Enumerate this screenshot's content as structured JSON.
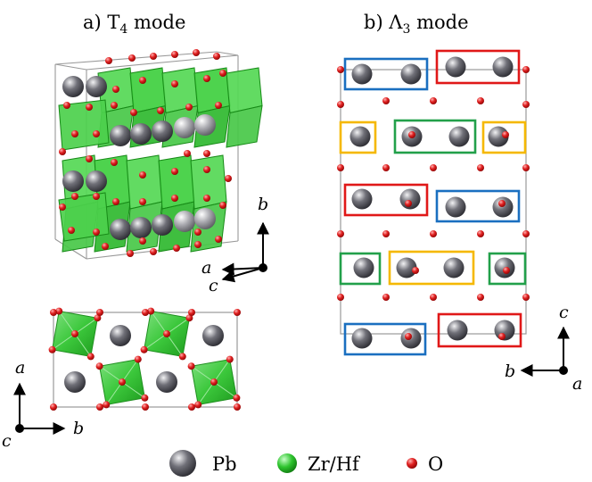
{
  "panels": {
    "a": {
      "prefix": "a) T",
      "sub": "4",
      "suffix": " mode"
    },
    "b": {
      "prefix": "b) Λ",
      "sub": "3",
      "suffix": " mode"
    }
  },
  "axes": {
    "a_side": {
      "up": "b",
      "left1": "a",
      "left2": "c"
    },
    "a_top": {
      "up": "a",
      "right": "b",
      "origin": "c"
    },
    "b": {
      "up": "c",
      "left": "b",
      "origin": "a"
    }
  },
  "legend": [
    {
      "label": "Pb",
      "kind": "pb"
    },
    {
      "label": "Zr/Hf",
      "kind": "zr"
    },
    {
      "label": "O",
      "kind": "o"
    }
  ],
  "colors": {
    "pb": "#4a4a50",
    "zr": "#2fc12f",
    "o": "#d81818",
    "box_blue": "#1a6fc0",
    "box_red": "#e01818",
    "box_yellow": "#f5b800",
    "box_green": "#22a04a"
  }
}
